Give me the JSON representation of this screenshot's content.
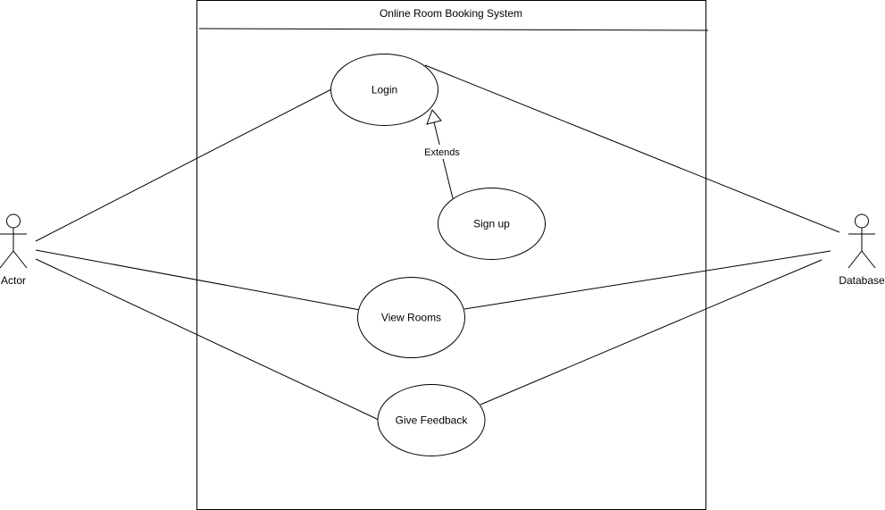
{
  "system": {
    "title": "Online Room Booking System"
  },
  "actors": {
    "left": "Actor",
    "right": "Database"
  },
  "use_cases": {
    "login": "Login",
    "signup": "Sign up",
    "view_rooms": "View Rooms",
    "give_feedback": "Give Feedback"
  },
  "relations": {
    "extends": "Extends"
  }
}
